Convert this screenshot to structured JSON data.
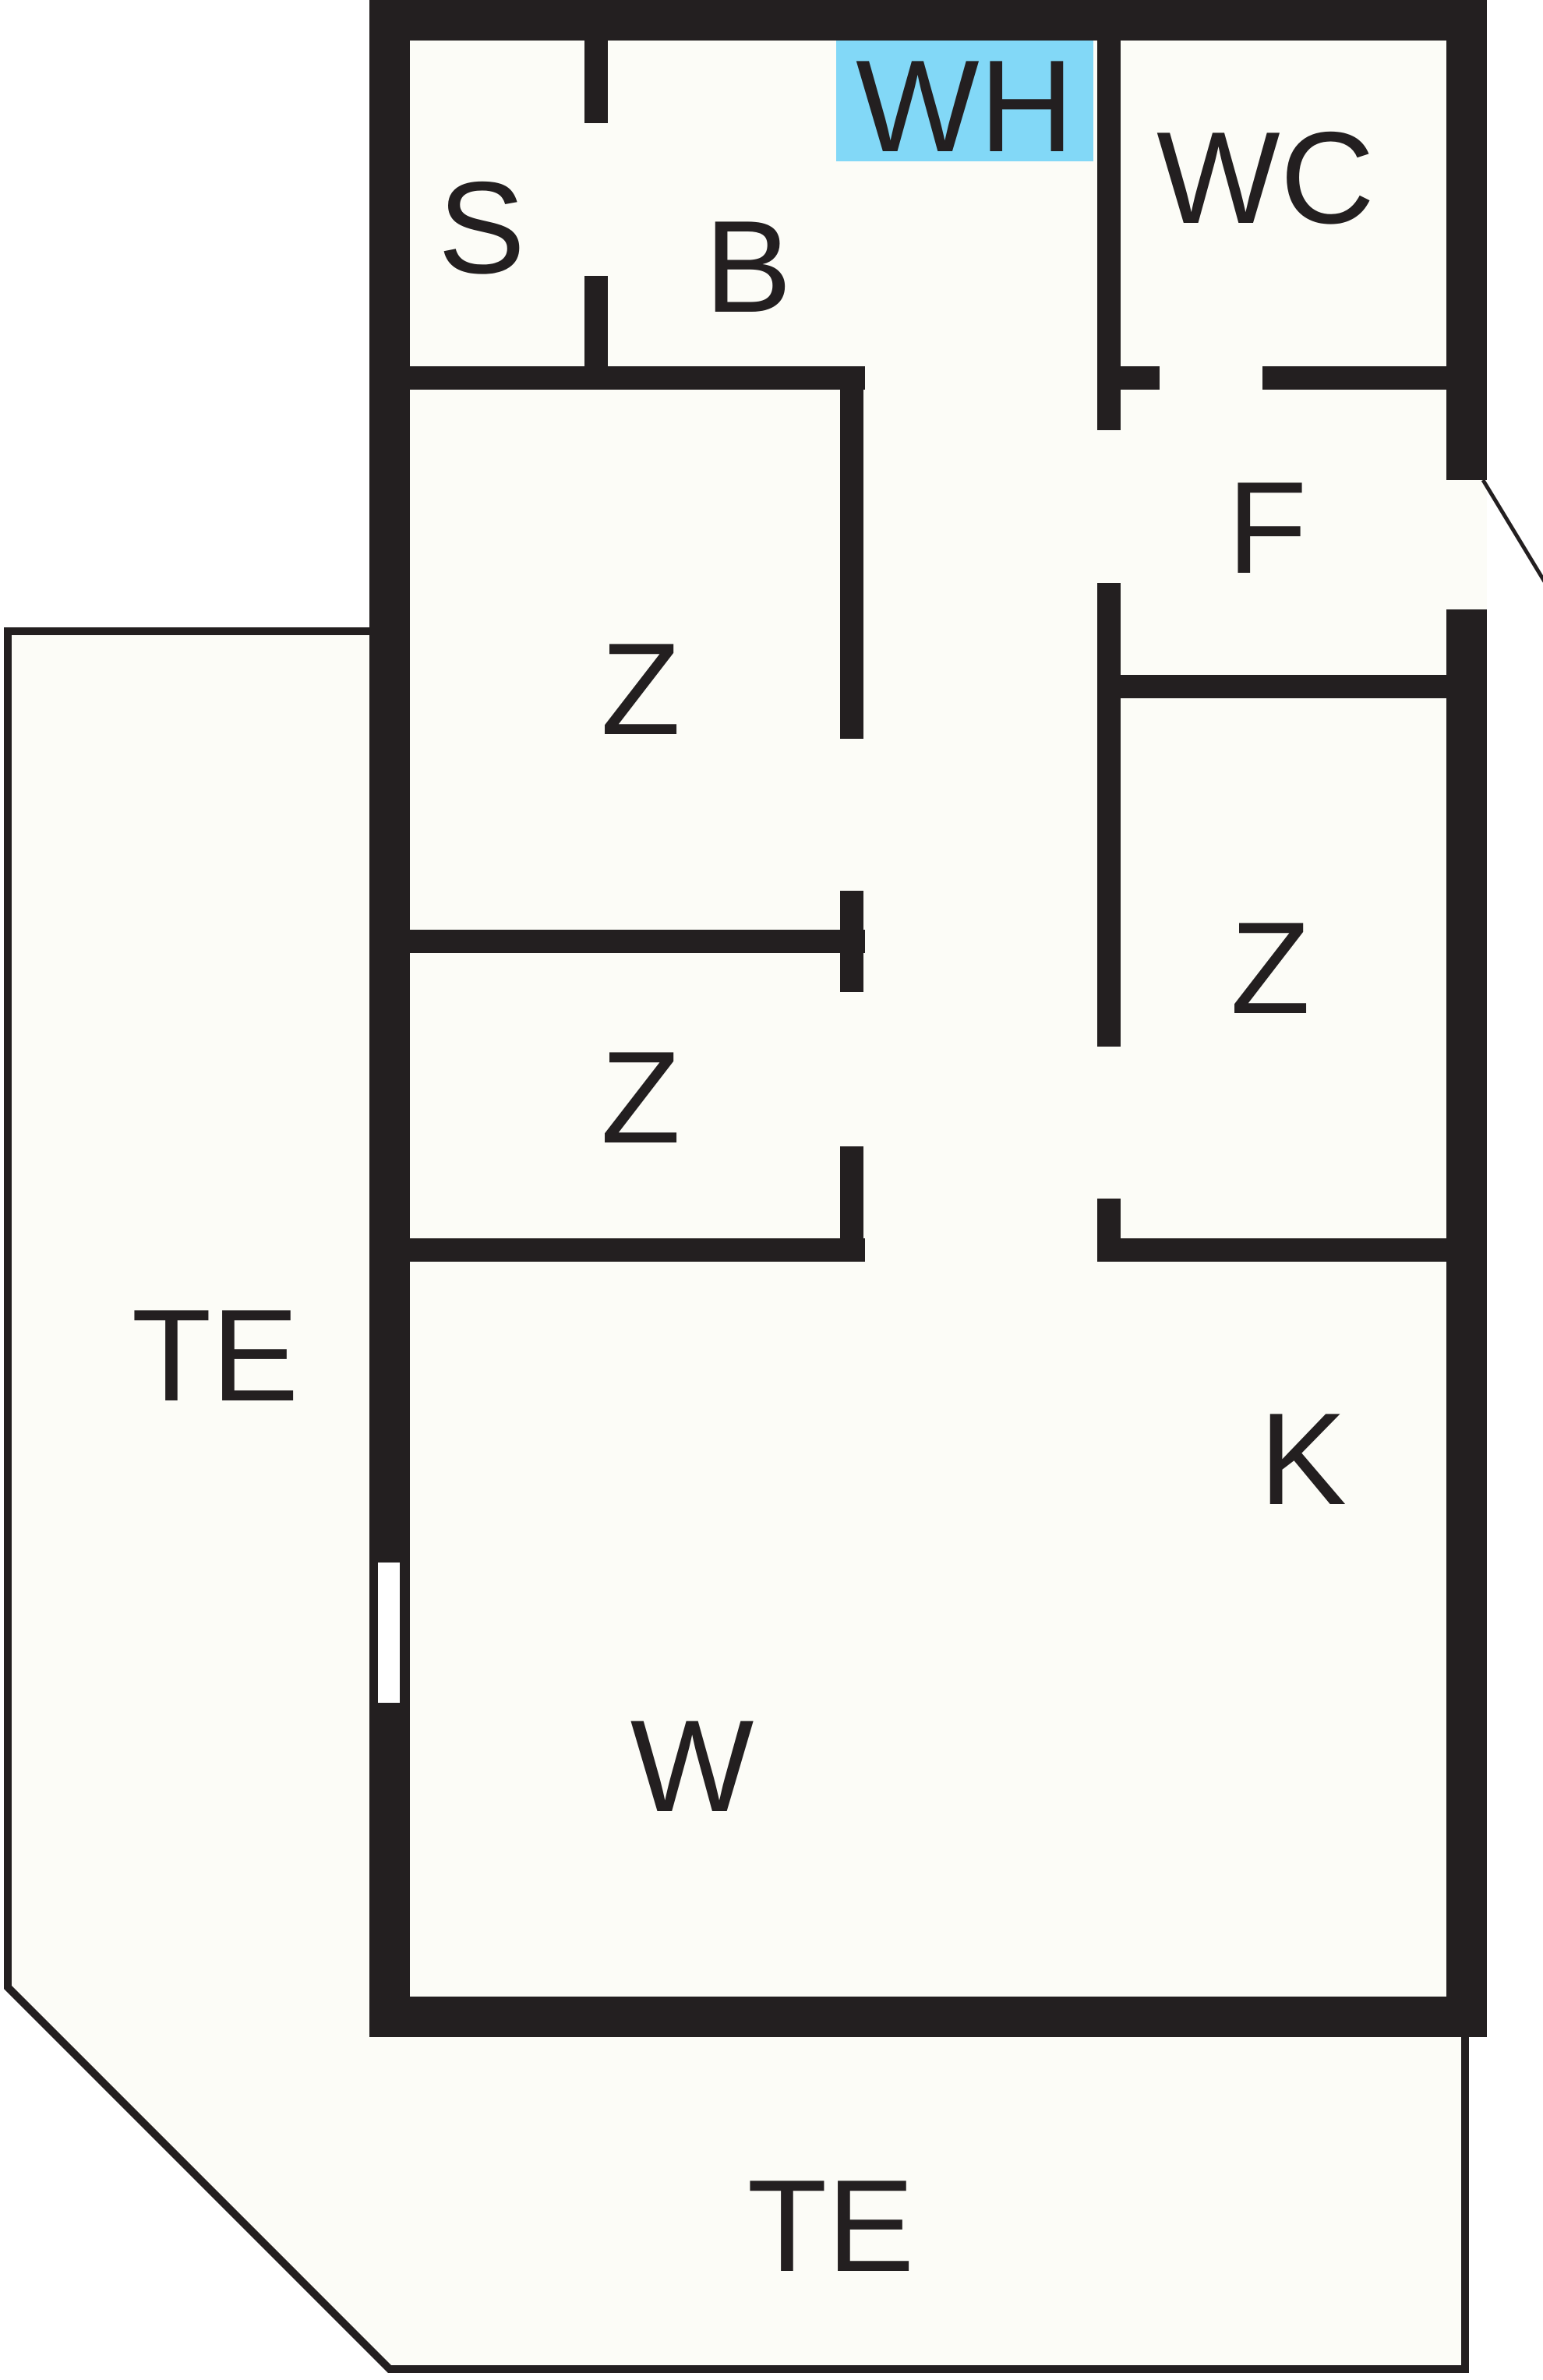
{
  "colors": {
    "wall": "#231f20",
    "floor": "#fcfcf7",
    "water_heater_highlight": "#82d8f7",
    "window": "#ffffff"
  },
  "rooms": {
    "storage": "S",
    "bathroom": "B",
    "water_heater": "WH",
    "toilet": "WC",
    "hallway": "F",
    "bedroom_1": "Z",
    "bedroom_2": "Z",
    "bedroom_3": "Z",
    "kitchen": "K",
    "living_room": "W",
    "terrace_side": "TE",
    "terrace_bottom": "TE"
  }
}
